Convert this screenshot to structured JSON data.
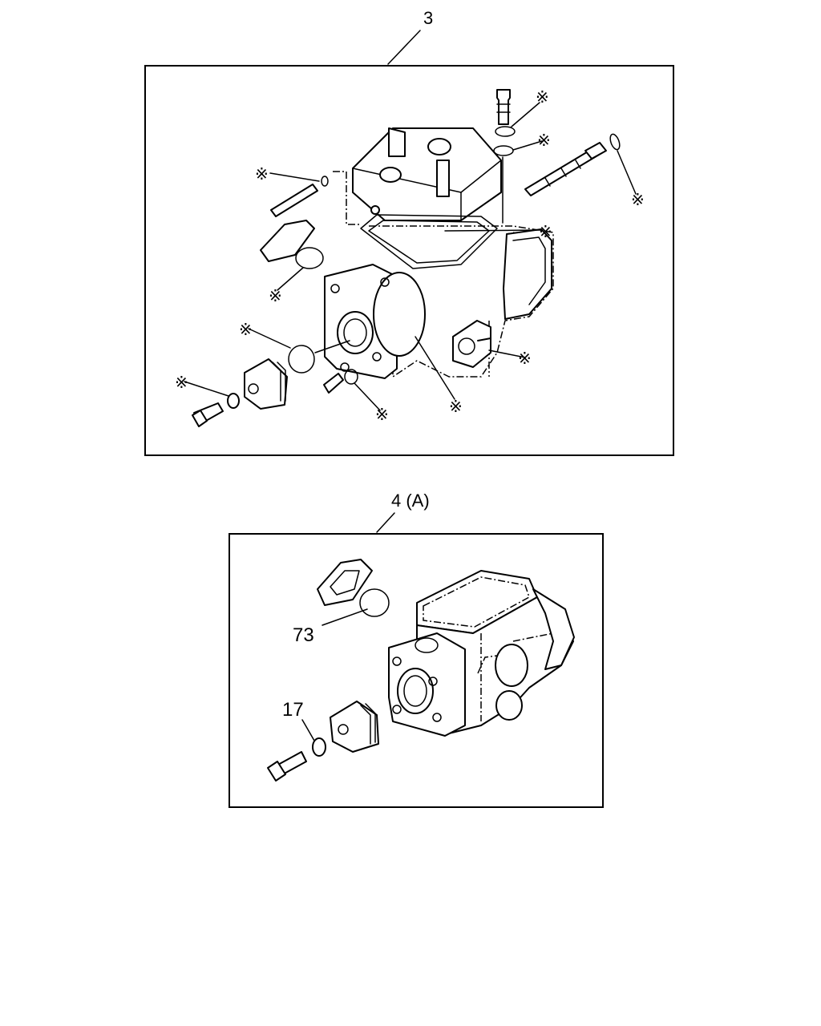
{
  "panel_top": {
    "label": "3",
    "callout_mark": "※"
  },
  "panel_bottom": {
    "label": "4 (A)",
    "callouts": [
      "73",
      "17"
    ]
  }
}
